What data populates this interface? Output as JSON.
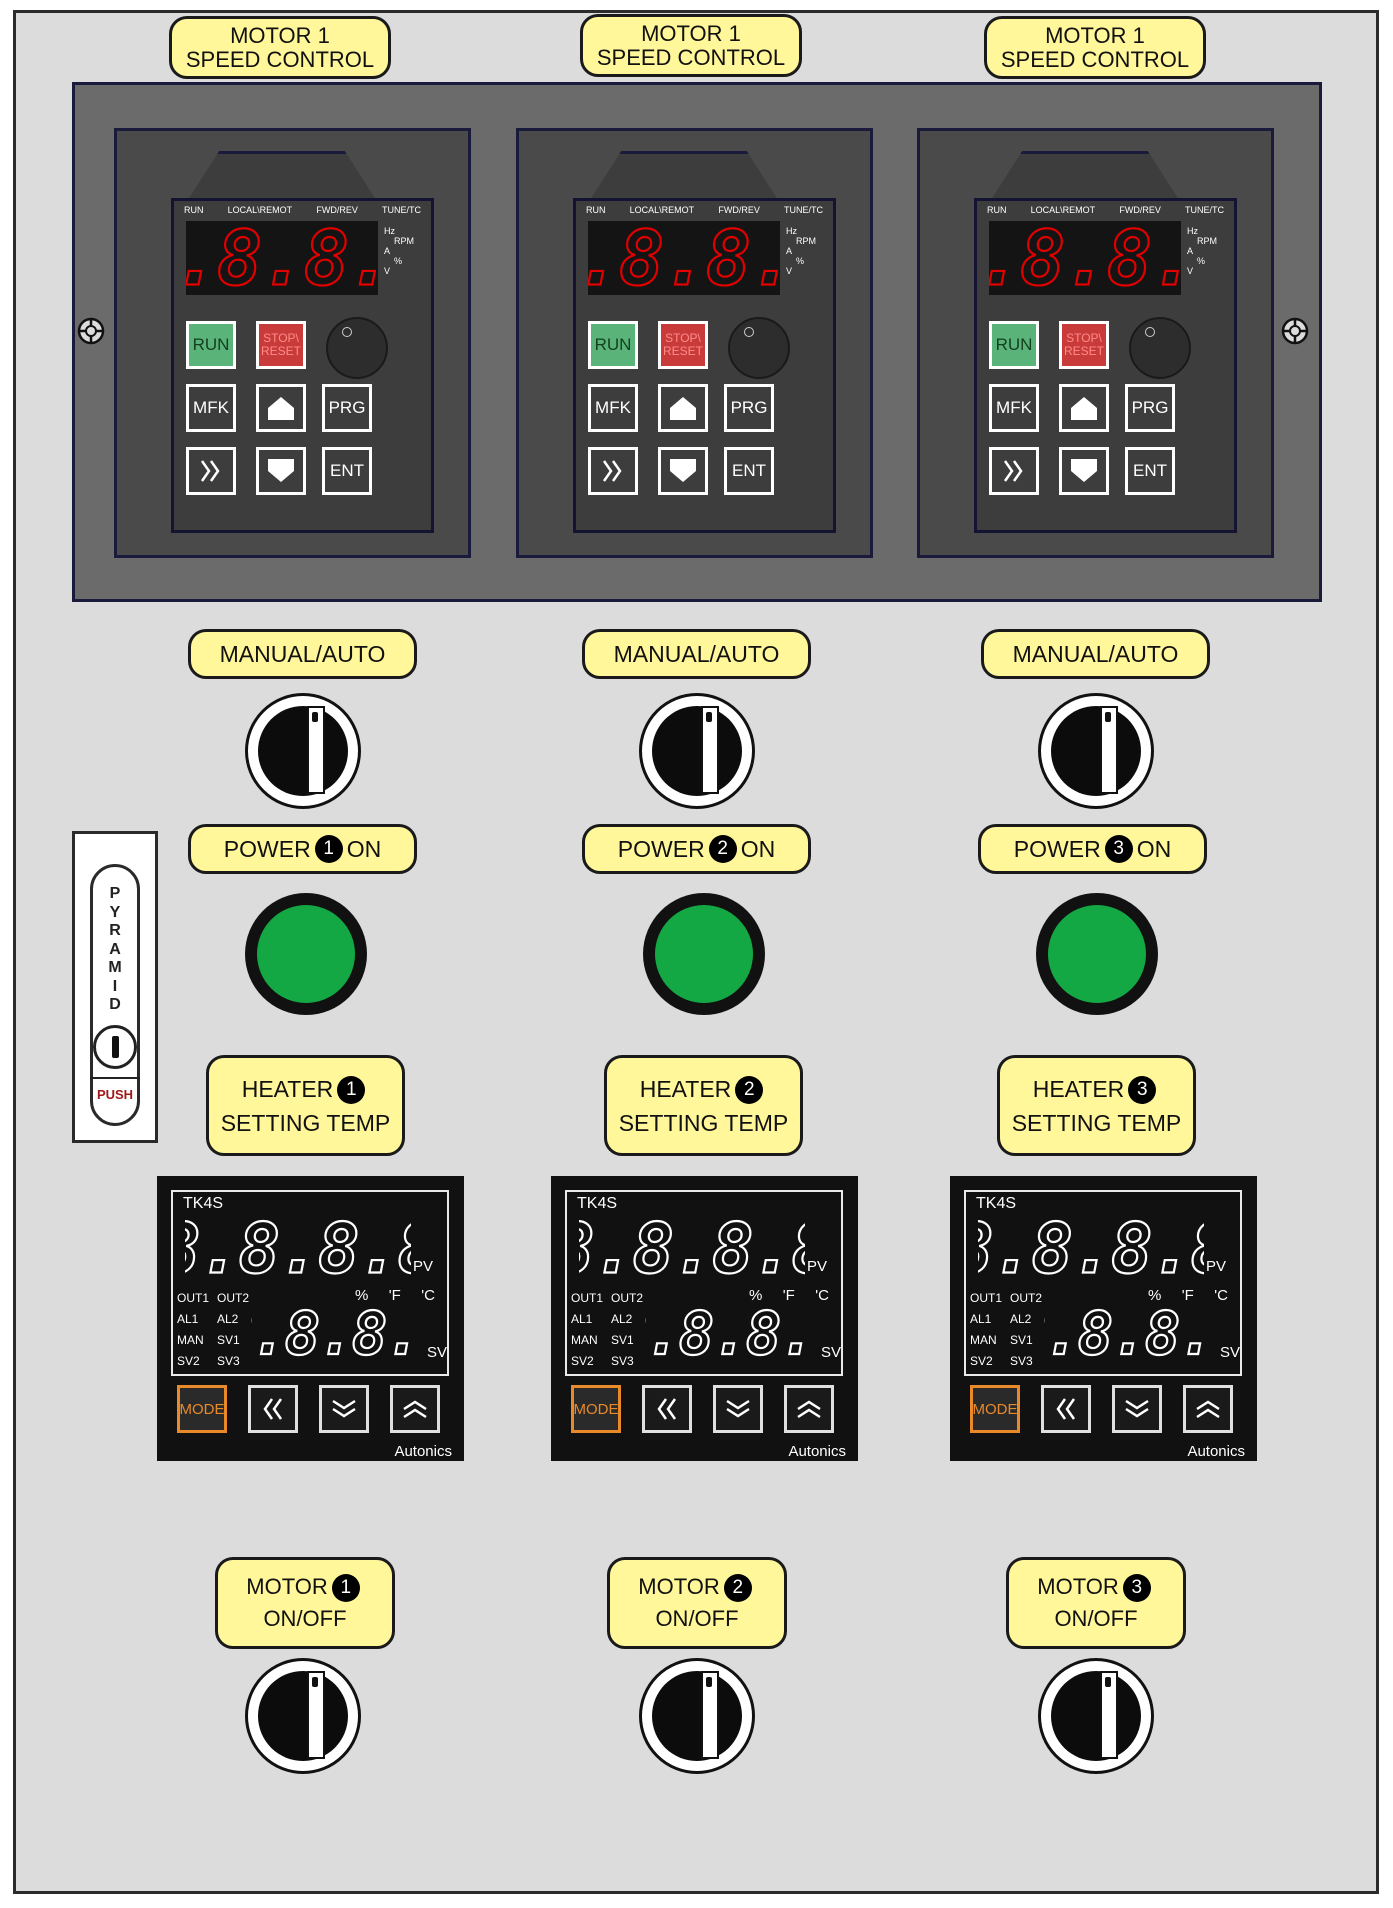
{
  "panel": {
    "vfd_titles": [
      {
        "line1": "MOTOR 1",
        "line2": "SPEED CONTROL"
      },
      {
        "line1": "MOTOR 1",
        "line2": "SPEED CONTROL"
      },
      {
        "line1": "MOTOR 1",
        "line2": "SPEED CONTROL"
      }
    ],
    "vfd": {
      "indicators": [
        "RUN",
        "LOCAL\\REMOT",
        "FWD/REV",
        "TUNE/TC"
      ],
      "units": [
        "Hz",
        "RPM",
        "A",
        "%",
        "V"
      ],
      "display_value": "8.8.8.8",
      "display_color": "#e00000",
      "buttons": {
        "run": "RUN",
        "stop_line1": "STOP\\",
        "stop_line2": "RESET",
        "mfk": "MFK",
        "prg": "PRG",
        "ent": "ENT"
      }
    },
    "mode_switch_label": "MANUAL/AUTO",
    "power_labels": [
      {
        "prefix": "POWER",
        "num": "1",
        "suffix": "ON"
      },
      {
        "prefix": "POWER",
        "num": "2",
        "suffix": "ON"
      },
      {
        "prefix": "POWER",
        "num": "3",
        "suffix": "ON"
      }
    ],
    "heater_labels": [
      {
        "prefix": "HEATER",
        "num": "1",
        "line2": "SETTING TEMP"
      },
      {
        "prefix": "HEATER",
        "num": "2",
        "line2": "SETTING TEMP"
      },
      {
        "prefix": "HEATER",
        "num": "3",
        "line2": "SETTING TEMP"
      }
    ],
    "controller": {
      "model": "TK4S",
      "pv_tag": "PV",
      "sv_tag": "SV",
      "units": [
        "%",
        "'F",
        "'C"
      ],
      "annunciators": [
        [
          "OUT1",
          "OUT2"
        ],
        [
          "AL1",
          "AL2"
        ],
        [
          "MAN",
          "SV1"
        ],
        [
          "SV2",
          "SV3"
        ]
      ],
      "display_value": "8.8.8.8",
      "mode_label": "MODE",
      "brand": "Autonics"
    },
    "motor_labels": [
      {
        "prefix": "MOTOR",
        "num": "1",
        "line2": "ON/OFF"
      },
      {
        "prefix": "MOTOR",
        "num": "2",
        "line2": "ON/OFF"
      },
      {
        "prefix": "MOTOR",
        "num": "3",
        "line2": "ON/OFF"
      }
    ],
    "estop": {
      "letters": "PYRAMID",
      "push": "PUSH"
    },
    "colors": {
      "label_fill": "#fff799",
      "lamp_green": "#13a844",
      "panel": "#dcdcdc"
    }
  }
}
